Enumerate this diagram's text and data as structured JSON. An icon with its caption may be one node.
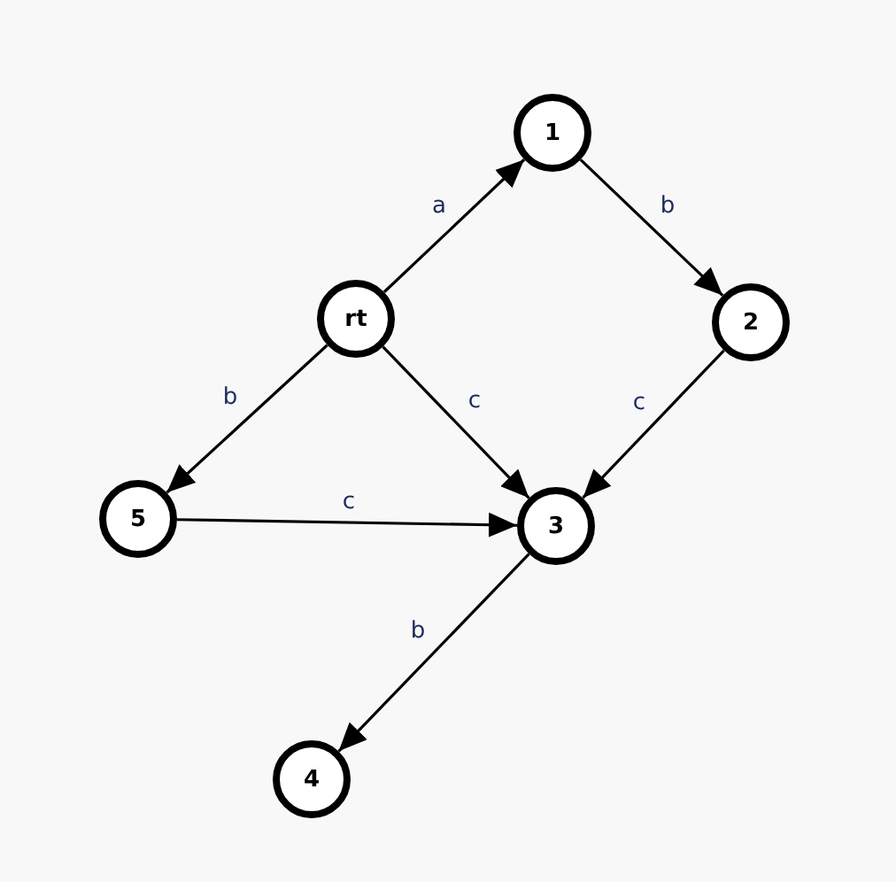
{
  "diagram": {
    "nodes": [
      {
        "text": [
          "1"
        ]
      },
      {
        "text": [
          "rt"
        ]
      },
      {
        "text": [
          "2"
        ]
      },
      {
        "text": [
          "5"
        ]
      },
      {
        "text": [
          "3"
        ]
      },
      {
        "text": [
          "4"
        ]
      }
    ],
    "edges": [
      {
        "from": 1,
        "to": 0,
        "arrow": "to",
        "label": "a"
      },
      {
        "from": 0,
        "to": 2,
        "arrow": "to",
        "label": "b"
      },
      {
        "from": 1,
        "to": 3,
        "arrow": "to",
        "label": "b"
      },
      {
        "from": 1,
        "to": 4,
        "arrow": "to",
        "label": "c"
      },
      {
        "from": 2,
        "to": 4,
        "arrow": "to",
        "label": "c"
      },
      {
        "from": 3,
        "to": 4,
        "arrow": "to",
        "label": "c"
      },
      {
        "from": 4,
        "to": 5,
        "arrow": "to",
        "label": "b"
      }
    ]
  }
}
